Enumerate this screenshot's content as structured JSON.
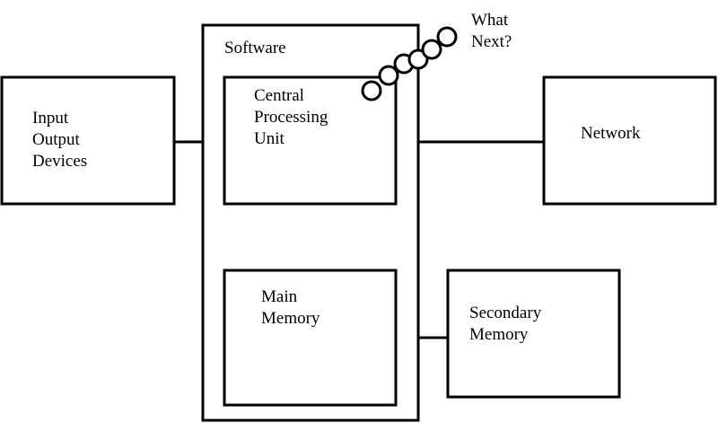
{
  "boxes": {
    "software": {
      "label": "Software"
    },
    "input_output": {
      "lines": [
        "Input",
        "Output",
        "Devices"
      ]
    },
    "cpu": {
      "lines": [
        "Central",
        "Processing",
        "Unit"
      ]
    },
    "main_memory": {
      "lines": [
        "Main",
        "Memory"
      ]
    },
    "secondary_memory": {
      "lines": [
        "Secondary",
        "Memory"
      ]
    },
    "network": {
      "label": "Network"
    }
  },
  "annotation": {
    "lines": [
      "What",
      "Next?"
    ]
  },
  "colors": {
    "stroke": "#000000",
    "background": "#ffffff"
  }
}
